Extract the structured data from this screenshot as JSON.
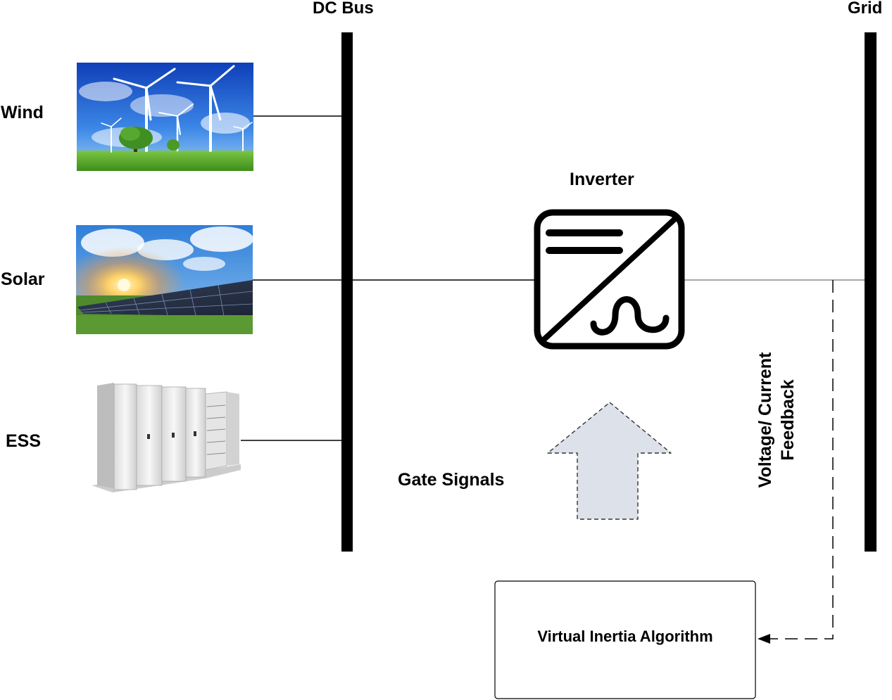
{
  "labels": {
    "dc_bus": "DC Bus",
    "grid": "Grid",
    "wind": "Wind",
    "solar": "Solar",
    "ess": "ESS",
    "inverter": "Inverter",
    "gate_signals": "Gate Signals",
    "feedback_line1": "Voltage/ Current",
    "feedback_line2": "Feedback",
    "algorithm": "Virtual Inertia Algorithm"
  },
  "icons": {
    "wind_image": "wind-turbines-photo",
    "solar_image": "solar-panels-photo",
    "ess_image": "battery-cabinets-photo",
    "inverter_symbol": "dc-ac-inverter-icon",
    "gate_arrow": "up-arrow-icon"
  },
  "colors": {
    "line": "#000000",
    "grid_line": "#8c8c8c",
    "arrow_fill": "#dde1ea",
    "sky_blue": "#1e63d6",
    "grass_green": "#4fa12a"
  }
}
